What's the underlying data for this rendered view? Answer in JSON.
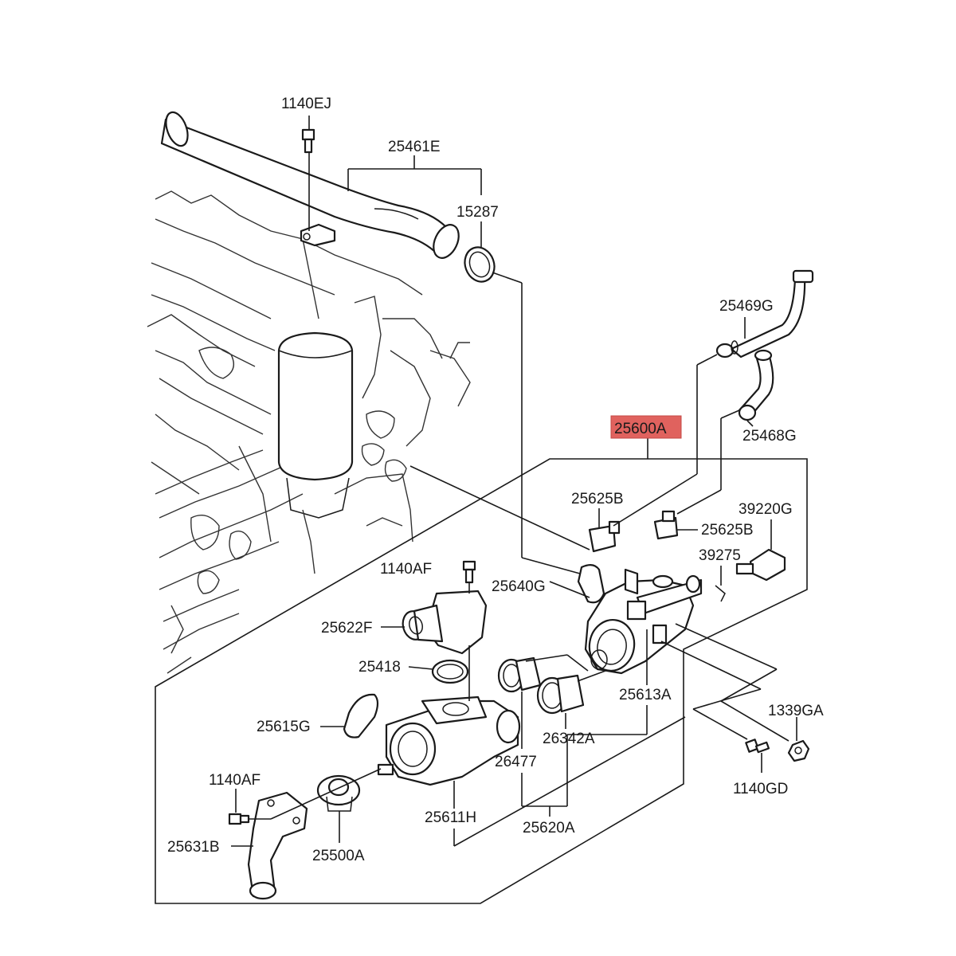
{
  "colors": {
    "line": "#1a1a1a",
    "highlight": "#e0625e",
    "background": "#ffffff"
  },
  "labels": {
    "p1140EJ": "1140EJ",
    "p25461E": "25461E",
    "p15287": "15287",
    "p25469G": "25469G",
    "p25600A": "25600A",
    "p25468G": "25468G",
    "p25625B_a": "25625B",
    "p39220G": "39220G",
    "p25625B_b": "25625B",
    "p39275": "39275",
    "p1140AF_a": "1140AF",
    "p25640G": "25640G",
    "p25622F": "25622F",
    "p25418": "25418",
    "p25613A": "25613A",
    "p1339GA": "1339GA",
    "p25615G": "25615G",
    "p26342A": "26342A",
    "p26477": "26477",
    "p1140AF_b": "1140AF",
    "p1140GD": "1140GD",
    "p25611H": "25611H",
    "p25620A": "25620A",
    "p25631B": "25631B",
    "p25500A": "25500A"
  }
}
